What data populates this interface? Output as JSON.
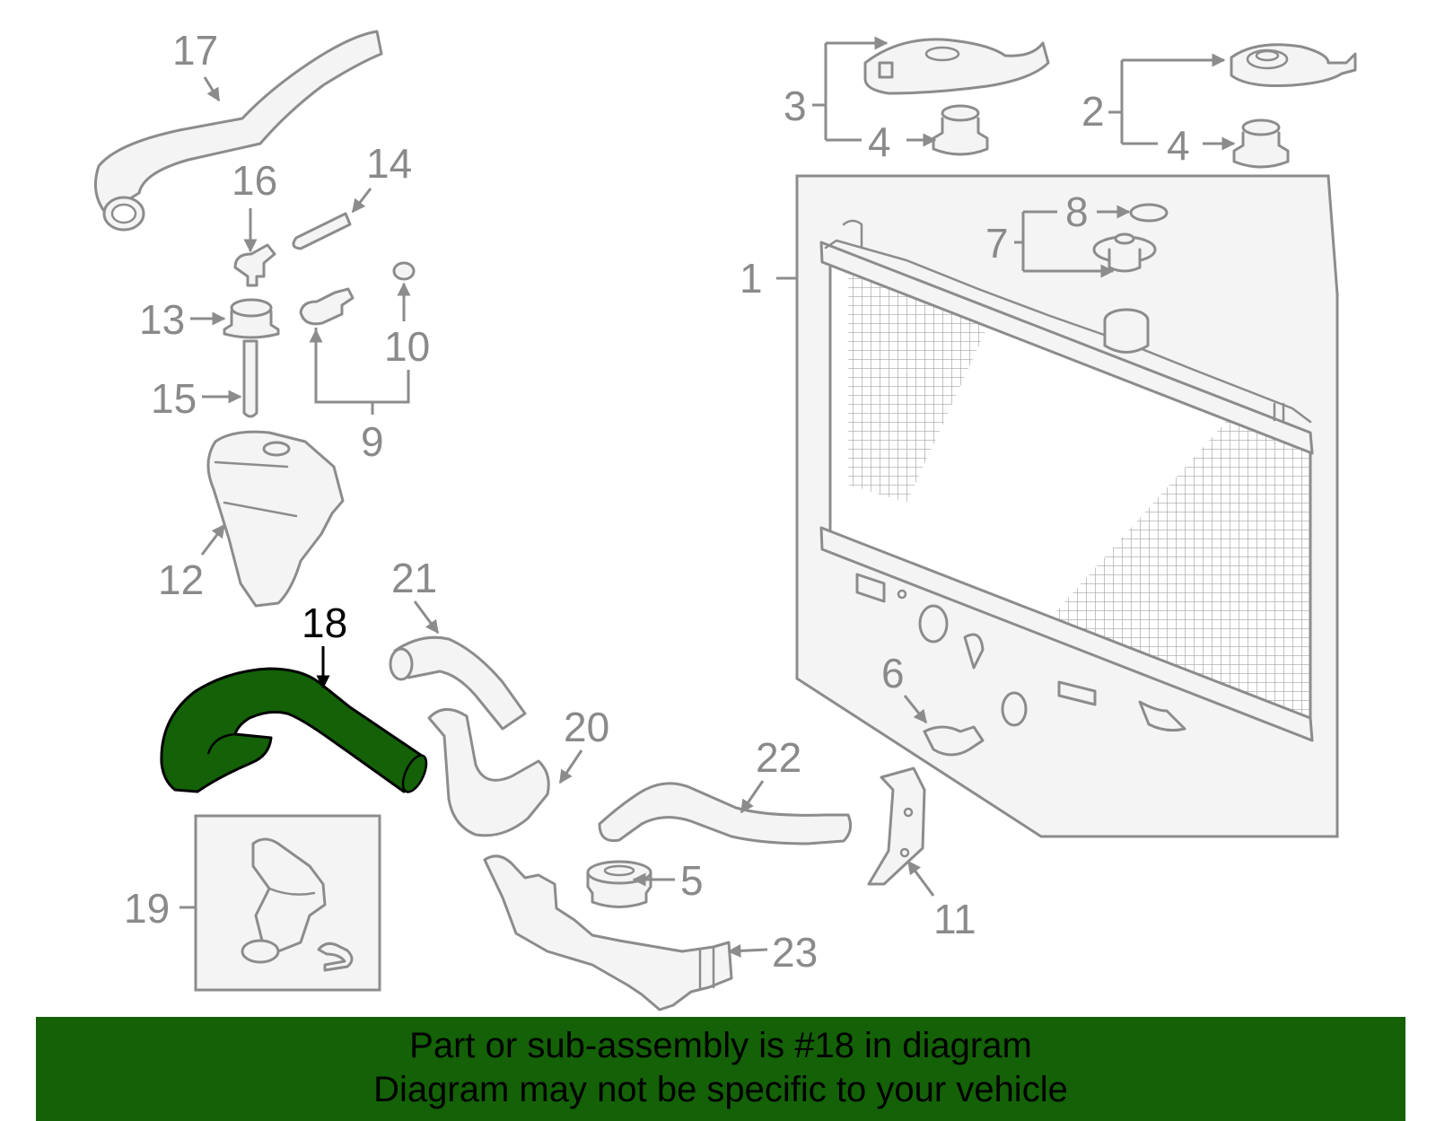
{
  "colors": {
    "highlight_fill": "#146108",
    "banner_bg": "#146108",
    "part_stroke": "#8c8c8c",
    "label_text": "#8a8a8a",
    "highlight_label": "#000000"
  },
  "callouts": {
    "c1": "1",
    "c2": "2",
    "c3": "3",
    "c4a": "4",
    "c4b": "4",
    "c5": "5",
    "c6": "6",
    "c7": "7",
    "c8": "8",
    "c9": "9",
    "c10": "10",
    "c11": "11",
    "c12": "12",
    "c13": "13",
    "c14": "14",
    "c15": "15",
    "c16": "16",
    "c17": "17",
    "c18": "18",
    "c19": "19",
    "c20": "20",
    "c21": "21",
    "c22": "22",
    "c23": "23"
  },
  "highlighted_part": "18",
  "footer": {
    "line1": "Part or sub-assembly is #18 in diagram",
    "line2": "Diagram may not be specific to your vehicle"
  }
}
